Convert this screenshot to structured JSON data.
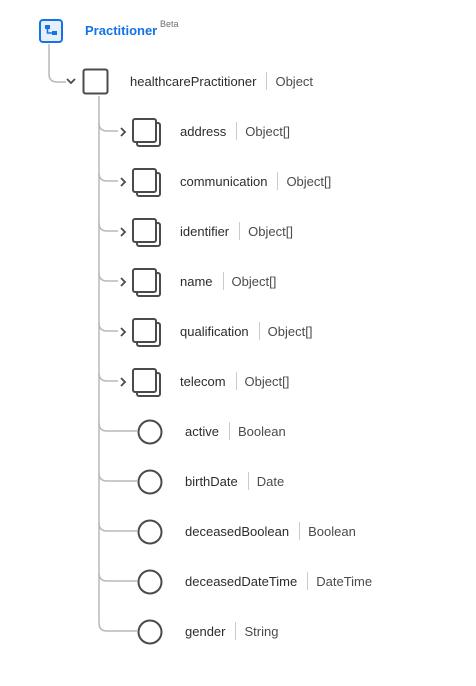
{
  "root": {
    "icon": "schema-tree-icon",
    "title": "Practitioner",
    "badge": "Beta"
  },
  "object_node": {
    "name": "healthcarePractitioner",
    "type": "Object",
    "icon": "object-square-icon",
    "expander": "chevron-down-icon"
  },
  "fields": [
    {
      "name": "address",
      "type": "Object[]",
      "kind": "array-object",
      "icon": "stacked-squares-icon",
      "expander": "chevron-right-icon"
    },
    {
      "name": "communication",
      "type": "Object[]",
      "kind": "array-object",
      "icon": "stacked-squares-icon",
      "expander": "chevron-right-icon"
    },
    {
      "name": "identifier",
      "type": "Object[]",
      "kind": "array-object",
      "icon": "stacked-squares-icon",
      "expander": "chevron-right-icon"
    },
    {
      "name": "name",
      "type": "Object[]",
      "kind": "array-object",
      "icon": "stacked-squares-icon",
      "expander": "chevron-right-icon"
    },
    {
      "name": "qualification",
      "type": "Object[]",
      "kind": "array-object",
      "icon": "stacked-squares-icon",
      "expander": "chevron-right-icon"
    },
    {
      "name": "telecom",
      "type": "Object[]",
      "kind": "array-object",
      "icon": "stacked-squares-icon",
      "expander": "chevron-right-icon"
    },
    {
      "name": "active",
      "type": "Boolean",
      "kind": "primitive",
      "icon": "circle-icon"
    },
    {
      "name": "birthDate",
      "type": "Date",
      "kind": "primitive",
      "icon": "circle-icon"
    },
    {
      "name": "deceasedBoolean",
      "type": "Boolean",
      "kind": "primitive",
      "icon": "circle-icon"
    },
    {
      "name": "deceasedDateTime",
      "type": "DateTime",
      "kind": "primitive",
      "icon": "circle-icon"
    },
    {
      "name": "gender",
      "type": "String",
      "kind": "primitive",
      "icon": "circle-icon"
    }
  ],
  "colors": {
    "accent": "#1473e6",
    "connector": "#b8b8b8",
    "node_stroke": "#4b4b4b",
    "text": "#2c2c2c",
    "separator": "#cacaca"
  }
}
